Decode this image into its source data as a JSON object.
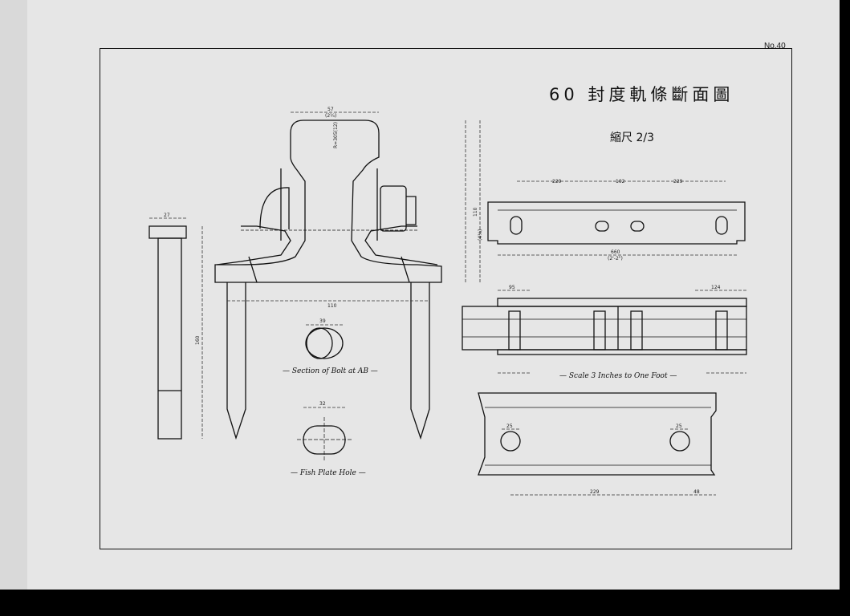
{
  "sheet": {
    "plate_number": "No.40",
    "title": "60 封度軌條斷面圖",
    "scale_note": "縮尺 2/3"
  },
  "captions": {
    "bolt_section": "Section of Bolt at AB",
    "fish_plate_hole": "Fish Plate Hole",
    "scale_side": "Scale 3 Inches to One Foot"
  },
  "dimensions": {
    "rail_head_width": "57",
    "rail_head_width_in": "(2¼)",
    "rail_height": "110",
    "rail_height_in": "(4⅛)",
    "rail_base_width": "110",
    "head_radius": "R=305(12)",
    "plate_length": "660",
    "plate_length_in": "(2'-2\")",
    "hole_spacing_1": "229",
    "hole_spacing_2": "102",
    "hole_spacing_3": "229",
    "bolt_dia": "39",
    "hole_width": "32",
    "hole_spacing_bottom": "229",
    "end_dist": "48",
    "spike_height": "160",
    "spike_width": "27",
    "spike_end": "95",
    "spike_side": "124",
    "hole_dia": "25"
  }
}
